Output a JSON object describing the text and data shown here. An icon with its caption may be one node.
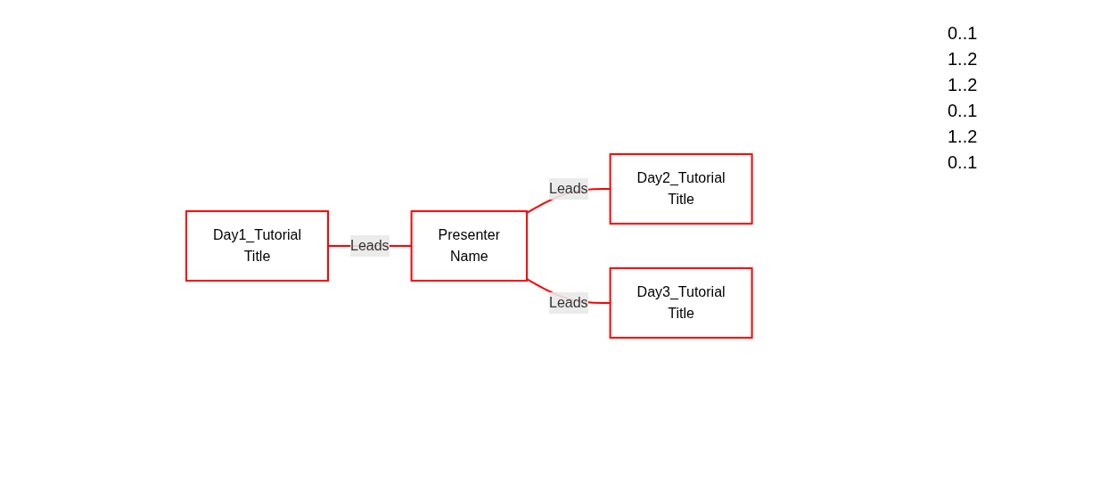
{
  "diagram": {
    "nodes": [
      {
        "text": [
          "Day1_Tutorial",
          "Title"
        ]
      },
      {
        "text": [
          "Presenter",
          "Name"
        ]
      },
      {
        "text": [
          "Day2_Tutorial",
          "Title"
        ]
      },
      {
        "text": [
          "Day3_Tutorial",
          "Title"
        ]
      }
    ],
    "edges": [
      {
        "from": 0,
        "to": 1,
        "arrow": "none",
        "label": "Leads"
      },
      {
        "from": 1,
        "to": 2,
        "arrow": "none",
        "label": "Leads"
      },
      {
        "from": 1,
        "to": 3,
        "arrow": "none",
        "label": "Leads"
      }
    ],
    "labels": [
      "0..1",
      "1..2",
      "1..2",
      "0..1",
      "1..2",
      "0..1"
    ]
  }
}
